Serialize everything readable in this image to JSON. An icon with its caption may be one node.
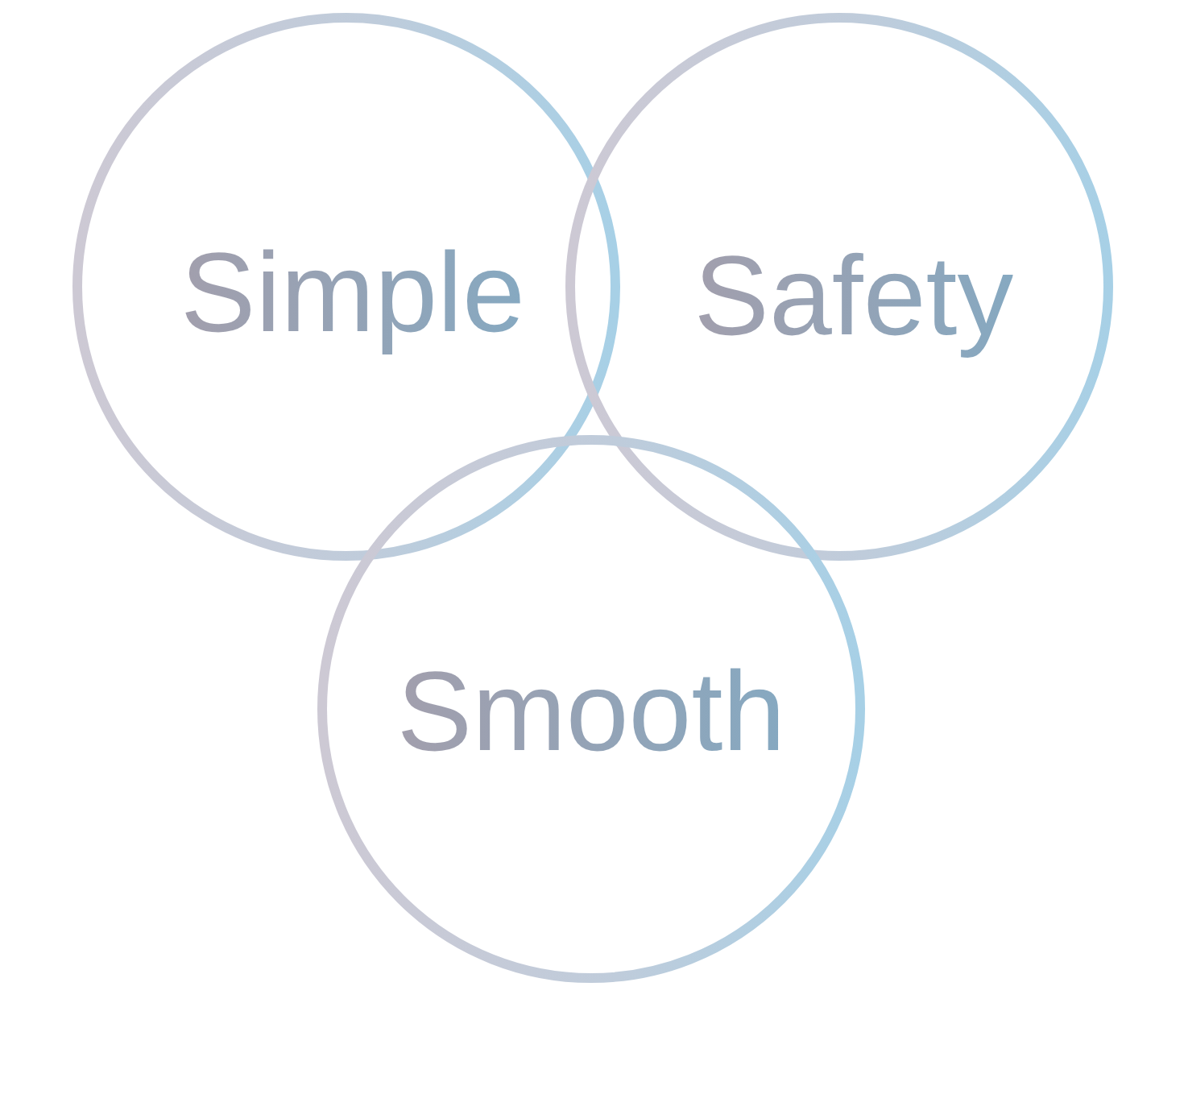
{
  "diagram": {
    "nodes": [
      {
        "text": [
          "Simple"
        ]
      },
      {
        "text": [
          "Safety"
        ]
      },
      {
        "text": [
          "Smooth"
        ]
      }
    ]
  }
}
